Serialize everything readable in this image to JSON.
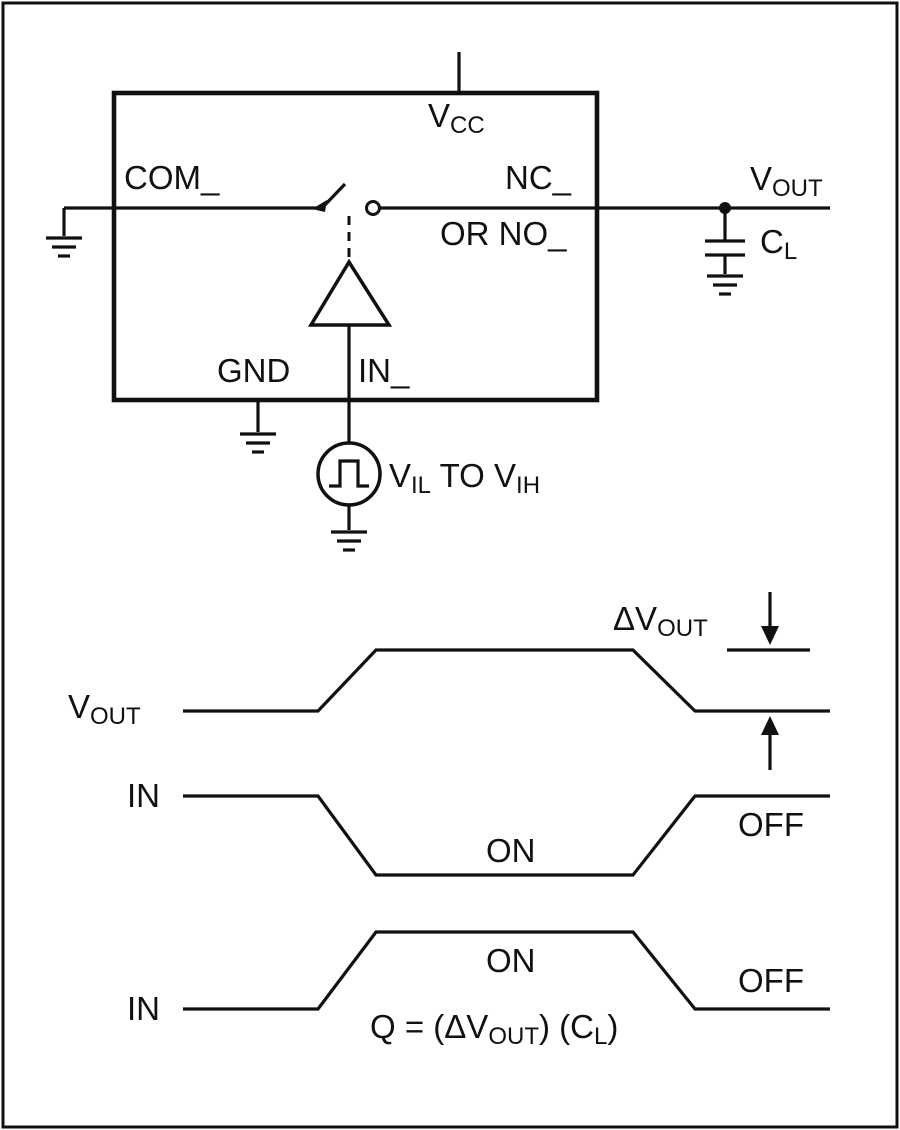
{
  "circuit": {
    "vcc": {
      "main": "V",
      "sub": "CC"
    },
    "com": "COM_",
    "nc": "NC_",
    "or_no": "OR NO_",
    "vout": {
      "main": "V",
      "sub": "OUT"
    },
    "cl": {
      "main": "C",
      "sub": "L"
    },
    "gnd": "GND",
    "in": "IN_",
    "source": {
      "v1": "V",
      "s1": "IL",
      "mid": " TO ",
      "v2": "V",
      "s2": "IH"
    }
  },
  "timing": {
    "delta_vout": {
      "delta": "ΔV",
      "sub": "OUT"
    },
    "vout_label": {
      "main": "V",
      "sub": "OUT"
    },
    "in1": {
      "label": "IN",
      "state_low": "ON",
      "state_high": "OFF"
    },
    "in2": {
      "label": "IN",
      "state_high": "ON",
      "state_low": "OFF"
    },
    "formula": {
      "pre": "Q = (ΔV",
      "sub1": "OUT",
      "mid": ") (C",
      "sub2": "L",
      "post": ")"
    }
  }
}
